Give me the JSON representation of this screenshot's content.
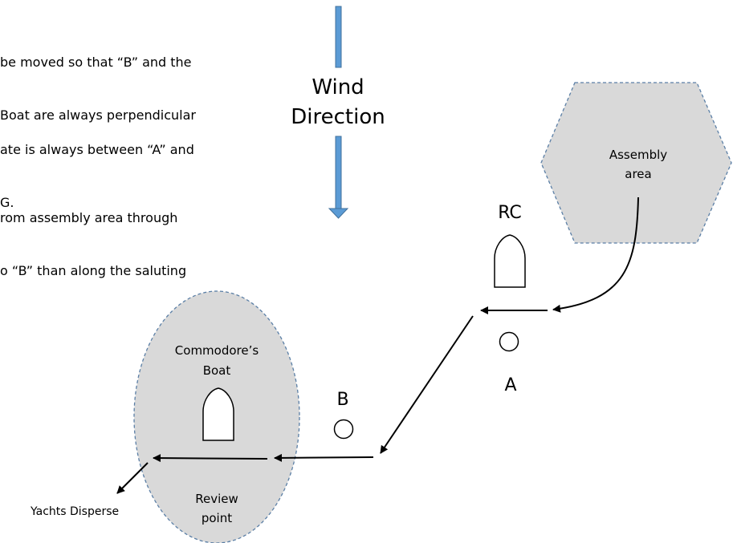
{
  "notes": [
    {
      "line1": "be moved so that “B” and the",
      "line2": "Boat are always perpendicular"
    },
    {
      "line1": "ate is always between “A” and",
      "line2": "G."
    },
    {
      "line1": "rom assembly area through",
      "line2": "o “B” than along the saluting"
    }
  ],
  "wind": {
    "line1": "Wind",
    "line2": "Direction"
  },
  "assembly": {
    "line1": "Assembly",
    "line2": "area"
  },
  "rc_label": "RC",
  "mark_a_label": "A",
  "mark_b_label": "B",
  "commodore": {
    "line1": "Commodore’s",
    "line2": "Boat"
  },
  "review": {
    "line1": "Review",
    "line2": "point"
  },
  "disperse_label": "Yachts Disperse",
  "colors": {
    "wind_arrow": "#5b9bd5",
    "zone_fill": "#d9d9d9",
    "zone_border": "#5b7fa6",
    "line": "#000000"
  }
}
